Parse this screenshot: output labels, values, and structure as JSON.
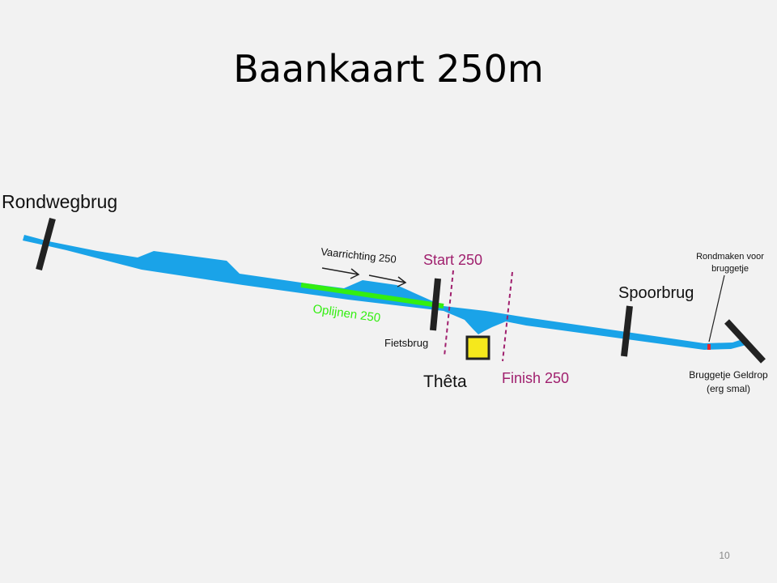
{
  "slide": {
    "title": "Baankaart 250m",
    "page_number": "10"
  },
  "map": {
    "labels": {
      "rondwegbrug": "Rondwegbrug",
      "vaarrichting": "Vaarrichting 250",
      "start": "Start 250",
      "oplijnen": "Oplijnen 250",
      "fietsbrug": "Fietsbrug",
      "theta": "Thêta",
      "finish": "Finish 250",
      "spoorbrug": "Spoorbrug",
      "rondmaken_line1": "Rondmaken voor",
      "rondmaken_line2": "bruggetje",
      "bruggetje_line1": "Bruggetje Geldrop",
      "bruggetje_line2": "(erg smal)"
    },
    "colors": {
      "water": "#1aa3e8",
      "oplijnen": "#33ee11",
      "start_finish": "#a0206e",
      "bridge": "#222222",
      "theta_fill": "#f5e81c",
      "marker": "#e8262a"
    }
  }
}
